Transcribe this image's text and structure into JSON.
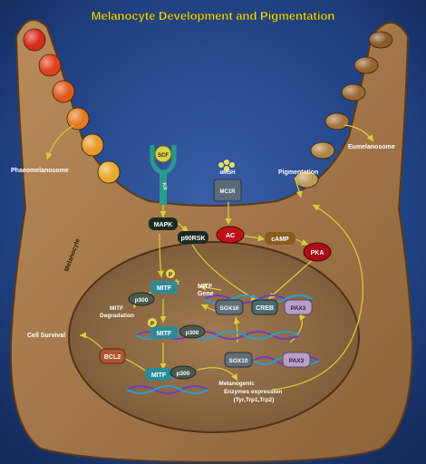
{
  "title": "Melanocyte Development and Pigmentation",
  "cell_label": "Melanocyte",
  "labels": {
    "phaeomelanosome": "Phaeomelanosome",
    "eumelanosome": "Eumelanosome",
    "pigmentation": "Pigmentation",
    "cell_survival": "Cell Survival",
    "mitf_degradation": "MITF\nDegradation",
    "mitf_gene": "MITF\nGene",
    "melanogenic": "Melanogenic\nEnzymes expression\n(Tyr,Trp1,Trp2)"
  },
  "nodes": {
    "scf": "SCF",
    "kit": "Kit",
    "amsh": "αMSH",
    "mc1r": "MC1R",
    "mapk": "MAPK",
    "p90rsk": "p90RSK",
    "ac": "AC",
    "camp": "cAMP",
    "pka": "PKA",
    "mitf_top": "MITF",
    "mitf_mid": "MITF",
    "mitf_bottom": "MITF",
    "p300_a": "p300",
    "p300_b": "p300",
    "p300_c": "p300",
    "p_a": "P",
    "p_b": "P",
    "sox10_a": "SOX10",
    "sox10_b": "SOX10",
    "creb": "CREB",
    "pax3_a": "PAX3",
    "pax3_b": "PAX3",
    "bcl2": "BCL2"
  },
  "colors": {
    "background": "#1c3a78",
    "title": "#e8e23a",
    "cell": "#a97a4c",
    "nucleus": "#8e6a45",
    "arrow": "#d9cf3a",
    "mitf": "#2e8a96",
    "dark_node": "#1b2a22",
    "red_node": "#c0121a",
    "pka": "#a81014",
    "pax3": "#b89ec8",
    "sox10": "#5f6f78",
    "bcl2": "#b0562e",
    "dna_a": "#6a3fc0",
    "dna_b": "#2aa0c8"
  },
  "left_granule_colors": [
    "#d62a1a",
    "#e0401c",
    "#e05a1e",
    "#e57a22",
    "#e89a28",
    "#eba92c"
  ],
  "right_granule_colors": [
    "#8a5a2a",
    "#94632e",
    "#9b6a34",
    "#a4763c",
    "#b08748",
    "#bc9a5a"
  ]
}
